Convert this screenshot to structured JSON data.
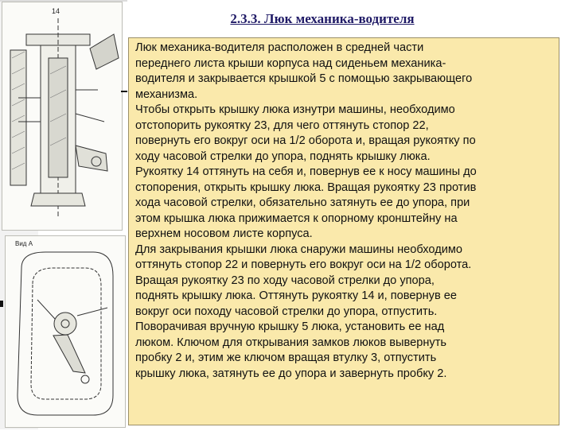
{
  "slide": {
    "title": "2.3.3. Люк механика-водителя",
    "lines": [
      "Люк механика-водителя расположен в средней части",
      "переднего листа крыши корпуса над сиденьем механика-",
      "водителя и закрывается крышкой 5 с помощью закрывающего",
      "механизма.",
      "Чтобы открыть крышку люка изнутри машины, необходимо",
      "отстопорить рукоятку 23, для чего оттянуть стопор 22,",
      "повернуть его вокруг оси на 1/2 оборота и, вращая рукоятку по",
      "ходу часовой стрелки до упора, поднять крышку люка.",
      "Рукоятку 14 оттянуть на себя и, повернув ее к носу машины до",
      "стопорения, открыть крышку люка. Вращая рукоятку 23 против",
      "хода часовой стрелки, обязательно затянуть ее до упора, при",
      "этом крышка люка прижимается к опорному кронштейну на",
      "верхнем носовом листе корпуса.",
      "Для закрывания крышки люка снаружи машины необходимо",
      "оттянуть стопор 22 и повернуть его вокруг оси на 1/2 оборота.",
      "Вращая рукоятку 23 по ходу часовой стрелки до упора,",
      "поднять крышку люка. Оттянуть рукоятку 14 и, повернув ее",
      "вокруг оси походу часовой стрелки до упора, отпустить.",
      "Поворачивая вручную крышку 5 люка, установить ее над",
      "люком. Ключом для открывания замков люков вывернуть",
      "пробку 2 и, этим же ключом вращая втулку 3, отпустить",
      "крышку люка, затянуть ее до упора и завернуть пробку 2."
    ]
  },
  "figures": {
    "top_label": "14",
    "bottom_label": "Вид А"
  }
}
